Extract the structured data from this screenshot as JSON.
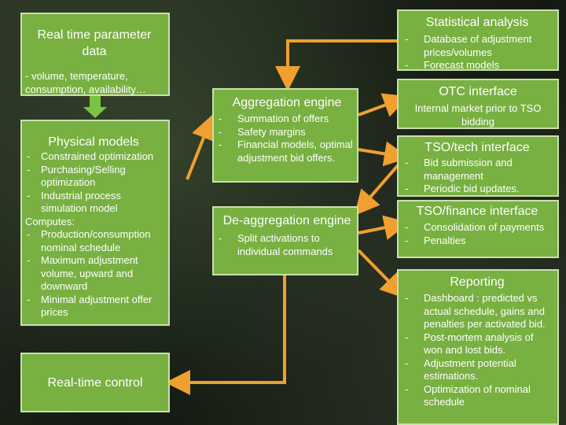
{
  "boxes": {
    "realtime_param": {
      "title": "Real time parameter data",
      "subtitle": "- volume, temperature, consumption, availability…"
    },
    "statistical": {
      "title": "Statistical analysis",
      "items": [
        "Database of adjustment prices/volumes",
        "Forecast models"
      ]
    },
    "otc": {
      "title": "OTC interface",
      "text": "Internal market prior to TSO bidding"
    },
    "aggregation": {
      "title": "Aggregation engine",
      "items": [
        "Summation of offers",
        "Safety margins",
        "Financial models, optimal adjustment bid offers."
      ]
    },
    "physical": {
      "title": "Physical models",
      "items_top": [
        "Constrained optimization",
        "Purchasing/Selling optimization",
        "Industrial process simulation model"
      ],
      "computes_label": "Computes:",
      "items_bottom": [
        "Production/consumption nominal schedule",
        "Maximum adjustment volume, upward and downward",
        "Minimal adjustment offer prices"
      ]
    },
    "tso_tech": {
      "title": "TSO/tech interface",
      "items": [
        "Bid submission and management",
        "Periodic bid updates."
      ]
    },
    "deaggregation": {
      "title": "De-aggregation engine",
      "items": [
        "Split activations to individual commands"
      ]
    },
    "tso_finance": {
      "title": "TSO/finance interface",
      "items": [
        "Consolidation of payments",
        "Penalties"
      ]
    },
    "reporting": {
      "title": "Reporting",
      "items": [
        "Dashboard : predicted vs actual schedule, gains and penalties per activated bid.",
        "Post-mortem analysis of won and lost bids.",
        "Adjustment potential estimations.",
        "Optimization of nominal schedule"
      ]
    },
    "realtime_control": {
      "title": "Real-time control"
    }
  },
  "colors": {
    "box_fill": "#78b041",
    "box_border": "#c9e0ad",
    "arrow_orange": "#f0a030",
    "arrow_green": "#7cc243"
  }
}
